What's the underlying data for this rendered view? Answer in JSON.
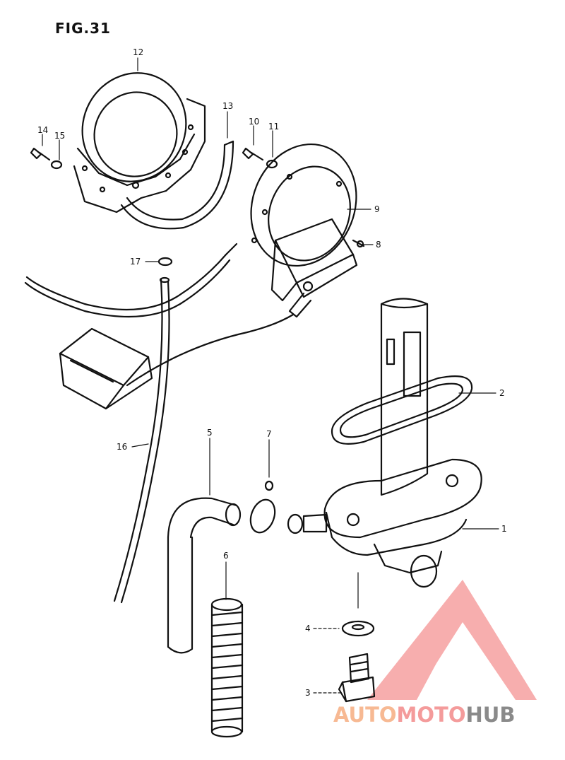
{
  "figure": {
    "title": "FIG.31"
  },
  "callouts": [
    "1",
    "2",
    "3",
    "4",
    "5",
    "6",
    "7",
    "8",
    "9",
    "10",
    "11",
    "12",
    "13",
    "14",
    "15",
    "16",
    "17"
  ],
  "watermark": {
    "part1": "AUTO",
    "part2": "MOTO",
    "part3": "HUB",
    "color_a": "#f7b993",
    "color_b": "#f49b9b",
    "color_c": "#8a8a8a",
    "logo_color": "#f28080"
  }
}
